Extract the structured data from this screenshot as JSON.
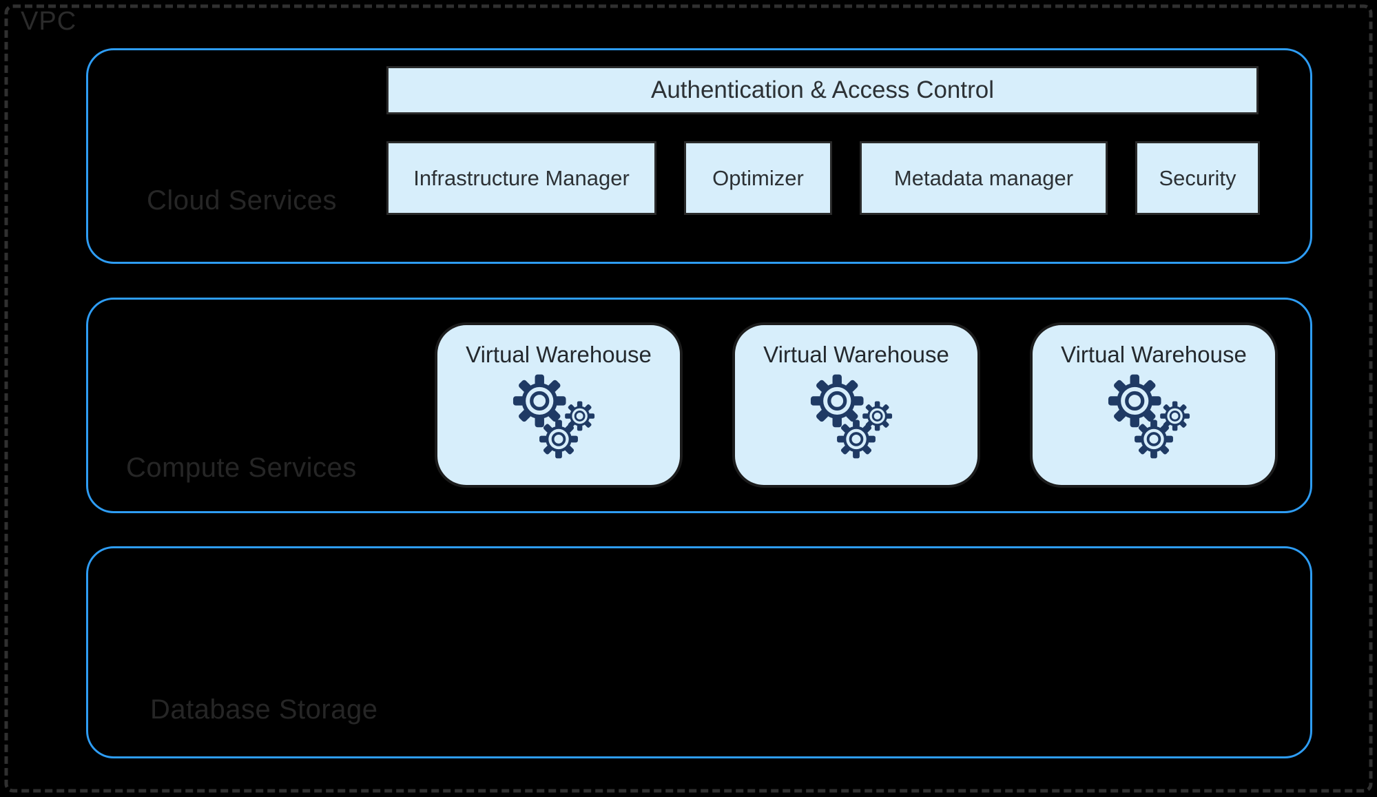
{
  "vpc": {
    "label": "VPC"
  },
  "cloud": {
    "label": "Cloud Services",
    "auth_label": "Authentication & Access Control",
    "services": [
      "Infrastructure Manager",
      "Optimizer",
      "Metadata manager",
      "Security"
    ]
  },
  "compute": {
    "label": "Compute Services",
    "warehouses": [
      {
        "label": "Virtual Warehouse",
        "icon": "gears-icon"
      },
      {
        "label": "Virtual Warehouse",
        "icon": "gears-icon"
      },
      {
        "label": "Virtual Warehouse",
        "icon": "gears-icon"
      }
    ]
  },
  "storage": {
    "label": "Database Storage"
  },
  "colors": {
    "background": "#000000",
    "accent_blue": "#2e9df5",
    "box_fill": "#d7eefb",
    "box_border": "#2a2a2a",
    "gear_navy": "#1f3a64",
    "muted_label": "#262626"
  }
}
